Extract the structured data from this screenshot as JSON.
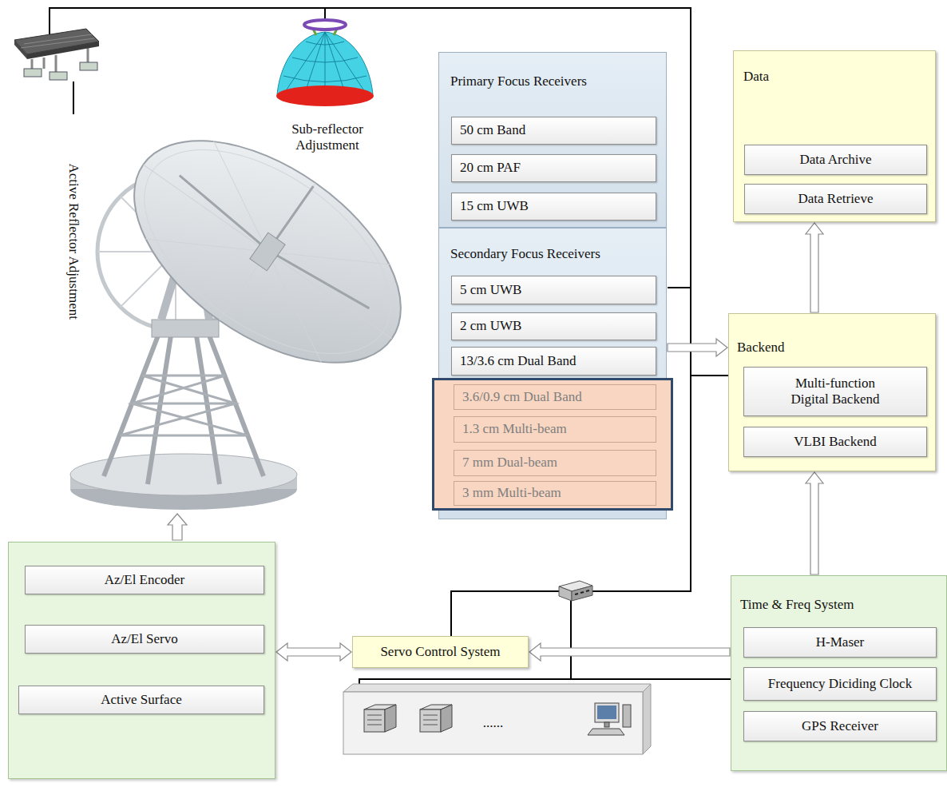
{
  "diagram": {
    "nodes": [
      {
        "text": [
          "Primary Focus Receivers"
        ]
      },
      {
        "text": [
          "50 cm Band"
        ],
        "in": 0
      },
      {
        "text": [
          "20 cm PAF"
        ],
        "in": 0
      },
      {
        "text": [
          "15 cm UWB"
        ],
        "in": 0
      },
      {
        "text": [
          "Secondary Focus Receivers"
        ]
      },
      {
        "text": [
          "5 cm UWB"
        ],
        "in": 4
      },
      {
        "text": [
          "2 cm UWB"
        ],
        "in": 4
      },
      {
        "text": [
          "13/3.6 cm Dual Band"
        ],
        "in": 4
      },
      {
        "text": [
          "3.6/0.9 cm Dual Band"
        ],
        "in": 4
      },
      {
        "text": [
          "1.3 cm Multi-beam"
        ],
        "in": 4
      },
      {
        "text": [
          "7 mm Dual-beam"
        ],
        "in": 4
      },
      {
        "text": [
          "3 mm Multi-beam"
        ],
        "in": 4
      },
      {
        "text": [
          "Data"
        ]
      },
      {
        "text": [
          "Data Archive"
        ],
        "in": 12
      },
      {
        "text": [
          "Data Retrieve"
        ],
        "in": 12
      },
      {
        "text": [
          "Backend"
        ]
      },
      {
        "text": [
          "Multi-function Digital Backend"
        ],
        "in": 15
      },
      {
        "text": [
          "VLBI Backend"
        ],
        "in": 15
      },
      {
        "text": [
          "Time & Freq System"
        ]
      },
      {
        "text": [
          "H-Maser"
        ],
        "in": 18
      },
      {
        "text": [
          "Frequency Diciding Clock"
        ],
        "in": 18
      },
      {
        "text": [
          "GPS Receiver"
        ],
        "in": 18
      },
      {
        "text": []
      },
      {
        "text": [
          "Az/El Encoder"
        ],
        "in": 22
      },
      {
        "text": [
          "Az/El Servo"
        ],
        "in": 22
      },
      {
        "text": [
          "Active Surface"
        ],
        "in": 22
      },
      {
        "text": [
          "Servo Control System"
        ]
      },
      {
        "text": [
          "......"
        ]
      }
    ],
    "edges": [
      {
        "from": 4,
        "to": 15,
        "arrow": "to"
      },
      {
        "from": 15,
        "to": 12,
        "arrow": "to"
      },
      {
        "from": 18,
        "to": 15,
        "arrow": "to"
      },
      {
        "from": 18,
        "to": 26,
        "arrow": "to"
      },
      {
        "from": 22,
        "to": 26,
        "arrow": "both"
      }
    ],
    "labels": [
      "Active Reflector Adjustment",
      "Sub-reflector Adjustment"
    ]
  }
}
